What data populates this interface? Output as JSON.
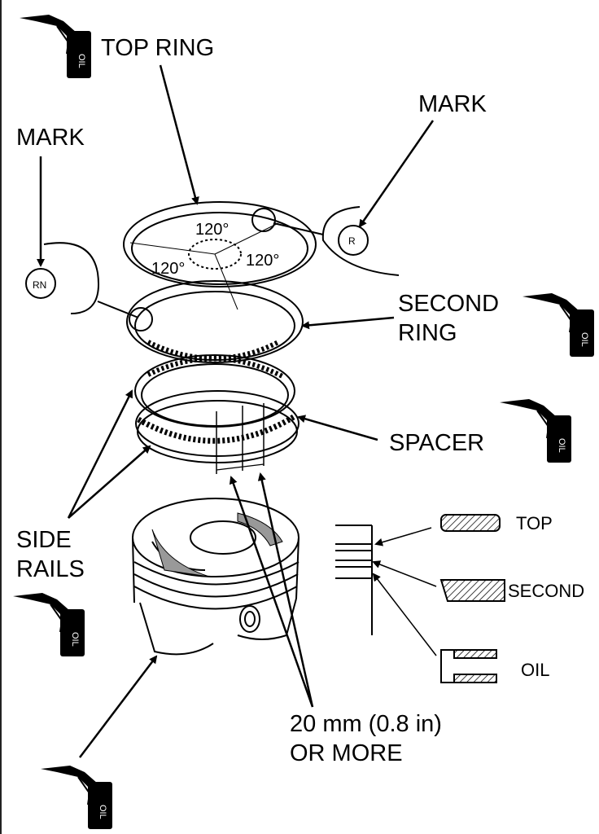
{
  "labels": {
    "top_ring": "TOP RING",
    "mark_left": "MARK",
    "mark_right": "MARK",
    "second_ring_line1": "SECOND",
    "second_ring_line2": "RING",
    "spacer": "SPACER",
    "side_rails_line1": "SIDE",
    "side_rails_line2": "RAILS",
    "angle_top": "120°",
    "angle_left": "120°",
    "angle_right": "120°",
    "gap_line1": "20 mm (0.8 in)",
    "gap_line2": "OR MORE",
    "section_top": "TOP",
    "section_second": "SECOND",
    "section_oil": "OIL",
    "mark_left_inset": "RN",
    "mark_right_inset": "R",
    "oil_can_text": "OIL"
  },
  "icons": [
    "oil-can-icon",
    "oil-can-icon",
    "oil-can-icon",
    "oil-can-icon",
    "oil-can-icon",
    "oil-can-icon"
  ]
}
